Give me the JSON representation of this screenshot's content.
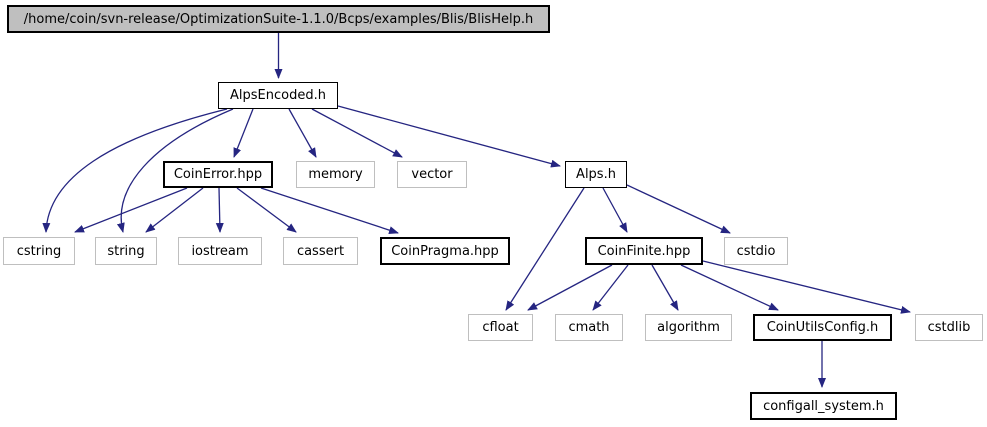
{
  "graph": {
    "type": "include-dependency-graph",
    "nodes": [
      {
        "id": "root",
        "label": "/home/coin/svn-release/OptimizationSuite-1.1.0/Bcps/examples/Blis/BlisHelp.h",
        "kind": "current-file"
      },
      {
        "id": "alps-encoded",
        "label": "AlpsEncoded.h",
        "kind": "documented"
      },
      {
        "id": "coin-error",
        "label": "CoinError.hpp",
        "kind": "documented"
      },
      {
        "id": "memory",
        "label": "memory",
        "kind": "system"
      },
      {
        "id": "vector",
        "label": "vector",
        "kind": "system"
      },
      {
        "id": "alps",
        "label": "Alps.h",
        "kind": "documented"
      },
      {
        "id": "cstring",
        "label": "cstring",
        "kind": "system"
      },
      {
        "id": "string",
        "label": "string",
        "kind": "system"
      },
      {
        "id": "iostream",
        "label": "iostream",
        "kind": "system"
      },
      {
        "id": "cassert",
        "label": "cassert",
        "kind": "system"
      },
      {
        "id": "coin-pragma",
        "label": "CoinPragma.hpp",
        "kind": "documented"
      },
      {
        "id": "coin-finite",
        "label": "CoinFinite.hpp",
        "kind": "documented"
      },
      {
        "id": "cstdio",
        "label": "cstdio",
        "kind": "system"
      },
      {
        "id": "cfloat",
        "label": "cfloat",
        "kind": "system"
      },
      {
        "id": "cmath",
        "label": "cmath",
        "kind": "system"
      },
      {
        "id": "algorithm",
        "label": "algorithm",
        "kind": "system"
      },
      {
        "id": "coin-utils-config",
        "label": "CoinUtilsConfig.h",
        "kind": "documented"
      },
      {
        "id": "cstdlib",
        "label": "cstdlib",
        "kind": "system"
      },
      {
        "id": "configall-system",
        "label": "configall_system.h",
        "kind": "documented"
      }
    ],
    "edges": [
      {
        "from": "root",
        "to": "AlpsEncoded.h"
      },
      {
        "from": "AlpsEncoded.h",
        "to": "cstring"
      },
      {
        "from": "AlpsEncoded.h",
        "to": "string"
      },
      {
        "from": "AlpsEncoded.h",
        "to": "CoinError.hpp"
      },
      {
        "from": "AlpsEncoded.h",
        "to": "memory"
      },
      {
        "from": "AlpsEncoded.h",
        "to": "vector"
      },
      {
        "from": "AlpsEncoded.h",
        "to": "Alps.h"
      },
      {
        "from": "CoinError.hpp",
        "to": "cstring"
      },
      {
        "from": "CoinError.hpp",
        "to": "string"
      },
      {
        "from": "CoinError.hpp",
        "to": "iostream"
      },
      {
        "from": "CoinError.hpp",
        "to": "cassert"
      },
      {
        "from": "CoinError.hpp",
        "to": "CoinPragma.hpp"
      },
      {
        "from": "Alps.h",
        "to": "cfloat"
      },
      {
        "from": "Alps.h",
        "to": "CoinFinite.hpp"
      },
      {
        "from": "Alps.h",
        "to": "cstdio"
      },
      {
        "from": "CoinFinite.hpp",
        "to": "cfloat"
      },
      {
        "from": "CoinFinite.hpp",
        "to": "cmath"
      },
      {
        "from": "CoinFinite.hpp",
        "to": "algorithm"
      },
      {
        "from": "CoinFinite.hpp",
        "to": "CoinUtilsConfig.h"
      },
      {
        "from": "CoinFinite.hpp",
        "to": "cstdlib"
      },
      {
        "from": "CoinUtilsConfig.h",
        "to": "configall_system.h"
      }
    ],
    "colors": {
      "edge": "#252581",
      "root_node_fill": "#bfbfbf",
      "node_fill": "#ffffff",
      "documented_border": "#000000",
      "system_border": "#bfbfbf",
      "text": "#000000",
      "background": "#ffffff"
    }
  }
}
